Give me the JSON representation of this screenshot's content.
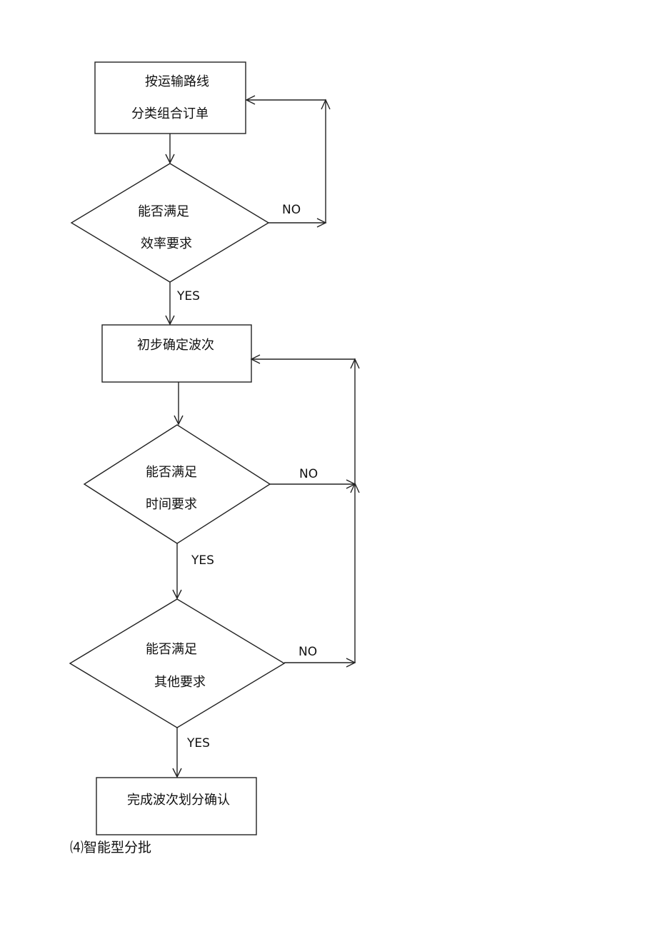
{
  "nodes": {
    "classify_orders": {
      "line1": "按运输路线",
      "line2": "分类组合订单"
    },
    "efficiency_check": {
      "line1": "能否满足",
      "line2": "效率要求"
    },
    "initial_wave": {
      "line1": "初步确定波次"
    },
    "time_check": {
      "line1": "能否满足",
      "line2": "时间要求"
    },
    "other_check": {
      "line1": "能否满足",
      "line2": "其他要求"
    },
    "complete_wave": {
      "line1": "完成波次划分确认"
    }
  },
  "edges": {
    "efficiency_yes": "YES",
    "efficiency_no": "NO",
    "time_yes": "YES",
    "time_no": "NO",
    "other_yes": "YES",
    "other_no": "NO"
  },
  "caption": "⑷智能型分批"
}
